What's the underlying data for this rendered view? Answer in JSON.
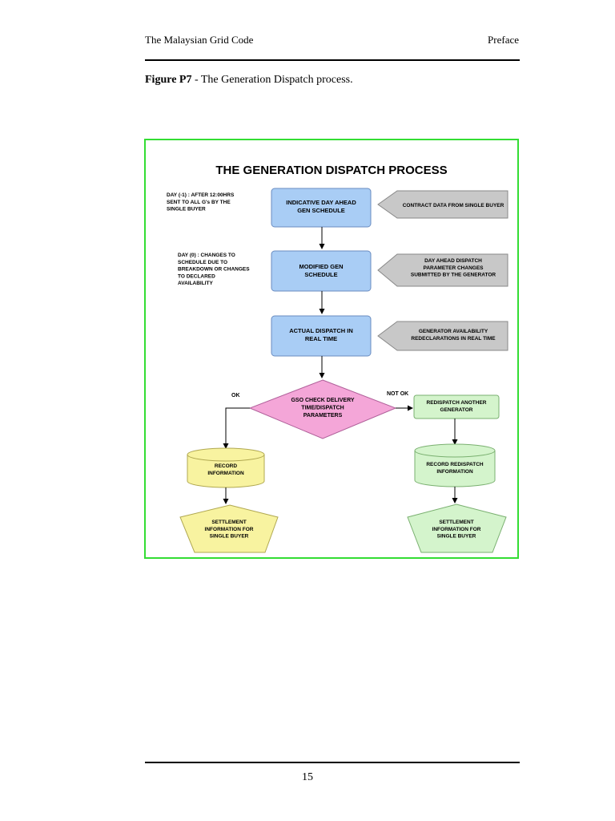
{
  "header": {
    "left": "The Malaysian Grid Code",
    "right": "Preface"
  },
  "caption": {
    "label": "Figure P7",
    "text": " - The Generation Dispatch process."
  },
  "flowchart": {
    "title": "THE GENERATION DISPATCH PROCESS",
    "note1": [
      "DAY (-1) : AFTER 12:00HRS",
      "SENT TO ALL G's BY THE",
      "SINGLE BUYER"
    ],
    "note2": [
      "DAY (0) : CHANGES TO",
      "SCHEDULE DUE TO",
      "BREAKDOWN OR CHANGES",
      "TO DECLARED",
      "AVAILABILITY"
    ],
    "box1": [
      "INDICATIVE DAY AHEAD",
      "GEN SCHEDULE"
    ],
    "box2": [
      "MODIFIED GEN",
      "SCHEDULE"
    ],
    "box3": [
      "ACTUAL DISPATCH IN",
      "REAL TIME"
    ],
    "input1": [
      "CONTRACT DATA FROM SINGLE BUYER"
    ],
    "input2": [
      "DAY AHEAD DISPATCH",
      "PARAMETER CHANGES",
      "SUBMITTED BY THE GENERATOR"
    ],
    "input3": [
      "GENERATOR AVAILABILITY",
      "REDECLARATIONS IN REAL TIME"
    ],
    "decision": [
      "GSO CHECK DELIVERY",
      "TIME/DISPATCH",
      "PARAMETERS"
    ],
    "ok_label": "OK",
    "notok_label": "NOT OK",
    "redispatch": [
      "REDISPATCH ANOTHER",
      "GENERATOR"
    ],
    "record_left": [
      "RECORD",
      "INFORMATION"
    ],
    "record_right": [
      "RECORD REDISPATCH",
      "INFORMATION"
    ],
    "settle_left": [
      "SETTLEMENT",
      "INFORMATION FOR",
      "SINGLE BUYER"
    ],
    "settle_right": [
      "SETTLEMENT",
      "INFORMATION FOR",
      "SINGLE BUYER"
    ],
    "colors": {
      "process_box": "#a9cdf5",
      "input_arrow": "#c8c8c8",
      "decision": "#f4a6d8",
      "left_branch": "#f8f3a0",
      "right_branch": "#d4f4cc",
      "frame": "#33dd33"
    }
  },
  "footer": {
    "page_number": "15"
  }
}
